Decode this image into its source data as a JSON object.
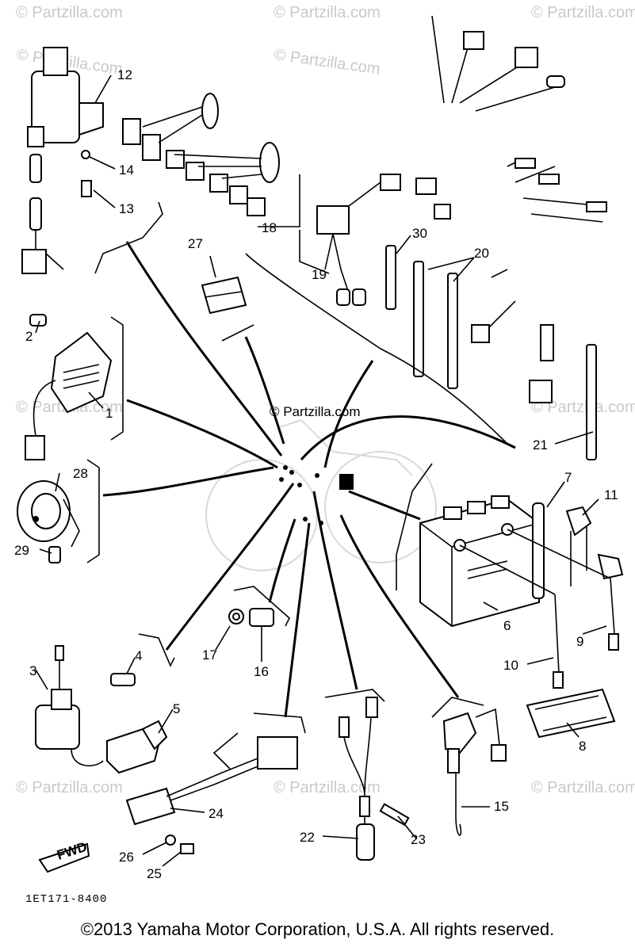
{
  "watermark": "© Partzilla.com",
  "center_watermark": "© Partzilla.com",
  "diagram_code": "1ET171-8400",
  "copyright": "©2013 Yamaha Motor Corporation, U.S.A. All rights reserved.",
  "fwd_label": "FWD",
  "callouts": [
    "1",
    "2",
    "3",
    "4",
    "5",
    "6",
    "7",
    "8",
    "9",
    "10",
    "11",
    "12",
    "13",
    "14",
    "15",
    "16",
    "17",
    "18",
    "19",
    "20",
    "21",
    "22",
    "23",
    "24",
    "25",
    "26",
    "27",
    "28",
    "29",
    "30"
  ]
}
